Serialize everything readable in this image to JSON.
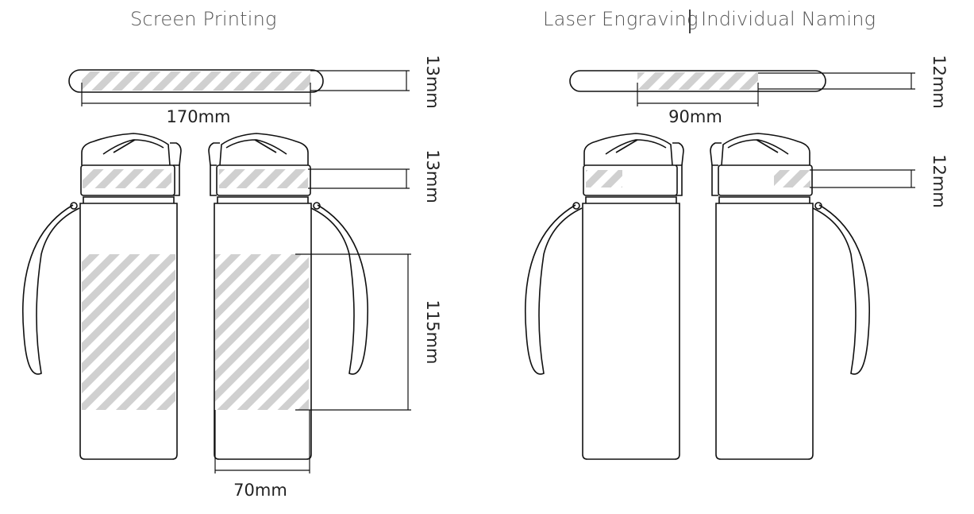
{
  "headings": {
    "screen_printing": "Screen Printing",
    "laser_engraving": "Laser Engraving",
    "individual_naming": "Individual Naming"
  },
  "dimensions": {
    "sp_wrap_height": "13mm",
    "sp_wrap_width": "170mm",
    "sp_cap_height": "13mm",
    "sp_body_height": "115mm",
    "sp_body_width": "70mm",
    "le_wrap_height": "12mm",
    "le_wrap_width": "90mm",
    "le_cap_height": "12mm"
  },
  "colors": {
    "line": "#111111",
    "hatch": "#d0d0d0",
    "text": "#222222"
  }
}
